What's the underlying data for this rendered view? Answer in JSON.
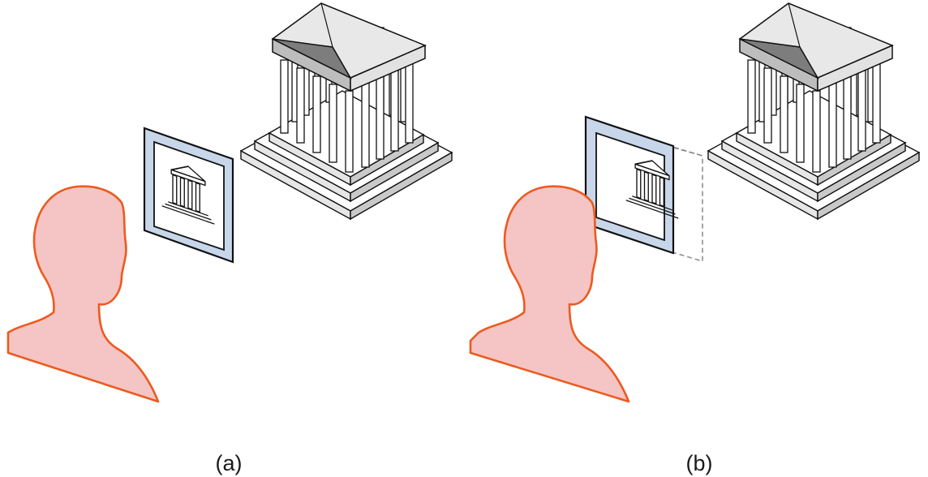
{
  "panels": [
    {
      "id": "a",
      "caption": "(a)"
    },
    {
      "id": "b",
      "caption": "(b)"
    }
  ],
  "colors": {
    "head_fill": "#f5c4c4",
    "head_stroke": "#ec5a1e",
    "frame_fill": "#c8d6ea",
    "frame_stroke": "#111111",
    "roof_light": "#ededed",
    "roof_dark": "#8a8a8a",
    "platform_side": "#cfcfcf",
    "dashed_frame": "#8f8f8f"
  }
}
